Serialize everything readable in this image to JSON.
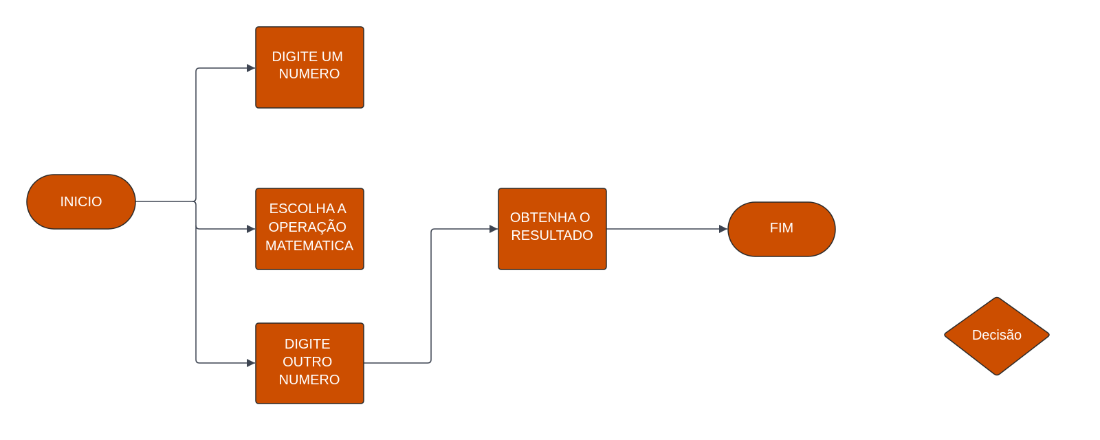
{
  "diagram": {
    "colors": {
      "node_fill": "#CC4E00",
      "node_stroke": "#2B2B2B",
      "node_text": "#FFFFFF",
      "edge": "#3D4451"
    },
    "nodes": {
      "inicio": {
        "shape": "terminal",
        "lines": [
          "INICIO"
        ]
      },
      "digite_um_numero": {
        "shape": "process",
        "lines": [
          "DIGITE UM",
          "NUMERO"
        ]
      },
      "escolha_operacao": {
        "shape": "process",
        "lines": [
          "ESCOLHA A",
          "OPERAÇÃO",
          "MATEMATICA"
        ]
      },
      "digite_outro_numero": {
        "shape": "process",
        "lines": [
          "DIGITE",
          "OUTRO",
          "NUMERO"
        ]
      },
      "obtenha_resultado": {
        "shape": "process",
        "lines": [
          "OBTENHA O",
          "RESULTADO"
        ]
      },
      "fim": {
        "shape": "terminal",
        "lines": [
          "FIM"
        ]
      },
      "decisao": {
        "shape": "decision",
        "lines": [
          "Decisão"
        ]
      }
    },
    "edges": [
      {
        "from": "inicio",
        "to": "digite_um_numero"
      },
      {
        "from": "inicio",
        "to": "escolha_operacao"
      },
      {
        "from": "inicio",
        "to": "digite_outro_numero"
      },
      {
        "from": "digite_outro_numero",
        "to": "obtenha_resultado"
      },
      {
        "from": "obtenha_resultado",
        "to": "fim"
      }
    ]
  }
}
